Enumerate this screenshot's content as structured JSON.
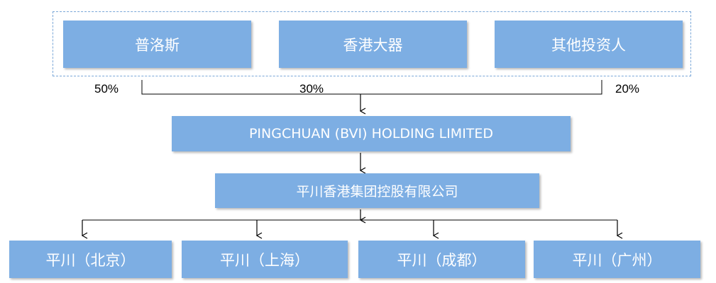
{
  "shareholders": [
    {
      "name": "普洛斯",
      "pct": "50%"
    },
    {
      "name": "香港大器",
      "pct": "30%"
    },
    {
      "name": "其他投资人",
      "pct": "20%"
    }
  ],
  "holding": {
    "name": "PINGCHUAN (BVI) HOLDING LIMITED"
  },
  "hk_company": {
    "name": "平川香港集团控股有限公司"
  },
  "subsidiaries": [
    {
      "name": "平川（北京）"
    },
    {
      "name": "平川（上海）"
    },
    {
      "name": "平川（成都）"
    },
    {
      "name": "平川（广州）"
    }
  ],
  "colors": {
    "box": "#7daee3",
    "line": "#000000",
    "dashed_border": "#7aa7d8"
  }
}
